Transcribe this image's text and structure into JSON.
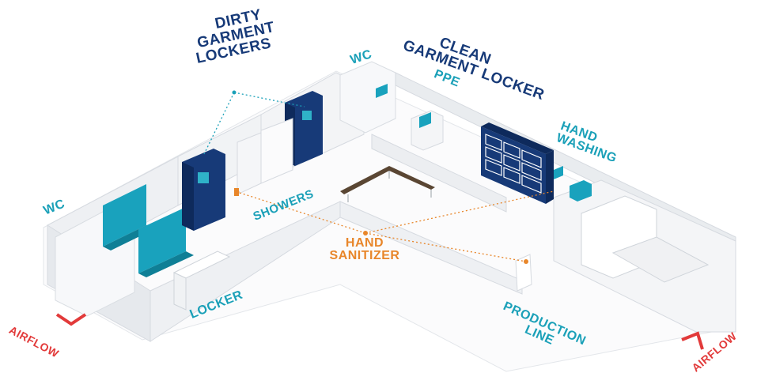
{
  "labels": {
    "dirty_garment_lockers": [
      "DIRTY",
      "GARMENT",
      "LOCKERS"
    ],
    "clean_garment_locker": [
      "CLEAN",
      "GARMENT LOCKER"
    ],
    "wc_left": "WC",
    "wc_top": "WC",
    "ppe": "PPE",
    "hand_washing": [
      "HAND",
      "WASHING"
    ],
    "showers": "SHOWERS",
    "hand_sanitizer": [
      "HAND",
      "SANITIZER"
    ],
    "locker": "LOCKER",
    "production_line": [
      "PRODUCTION",
      "LINE"
    ],
    "airflow_left": "AIRFLOW",
    "airflow_right": "AIRFLOW"
  },
  "colors": {
    "navy": "#173a78",
    "teal": "#1aa0b8",
    "orange": "#e8862a",
    "red": "#e23a3a",
    "wall": "#f4f5f7",
    "wall_shadow": "#dcdfe4",
    "floor": "#ffffff"
  }
}
